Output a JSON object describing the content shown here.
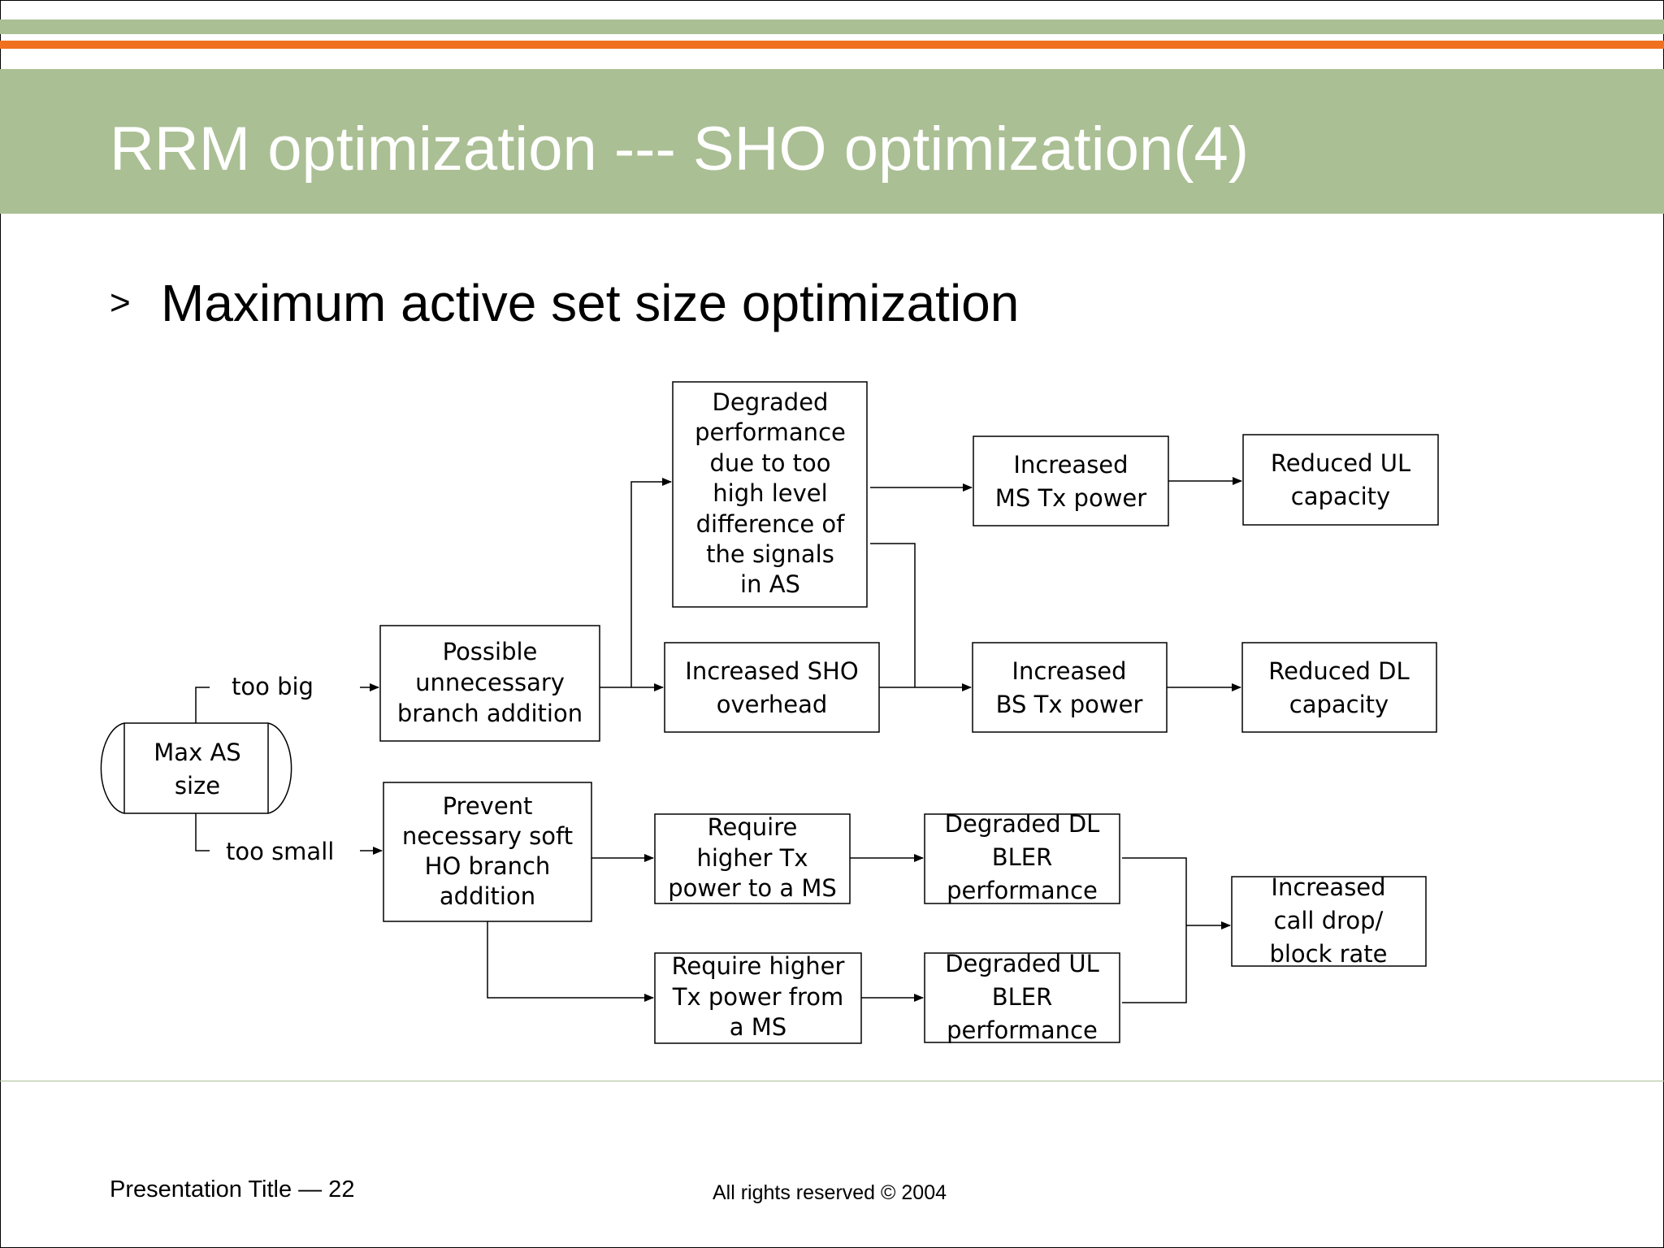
{
  "slide": {
    "title": "RRM optimization --- SHO optimization(4)",
    "bullet_mark": ">",
    "bullet": "Maximum active set size optimization",
    "footer_left": "Presentation Title — 22",
    "footer_center": "All rights reserved © 2004"
  },
  "colors": {
    "header_green": "#aabf94",
    "header_orange": "#f07020"
  },
  "diagram": {
    "start": [
      "Max AS",
      "size"
    ],
    "label_big": "too big",
    "label_small": "too small",
    "possible": [
      "Possible",
      "unnecessary",
      "branch addition"
    ],
    "degraded_perf": [
      "Degraded",
      "performance",
      "due to too",
      "high level",
      "difference of",
      "the signals",
      "in AS"
    ],
    "sho_overhead": [
      "Increased SHO",
      "overhead"
    ],
    "ms_power": [
      "Increased",
      "MS Tx power"
    ],
    "bs_power": [
      "Increased",
      "BS Tx power"
    ],
    "ul_capacity": [
      "Reduced UL",
      "capacity"
    ],
    "dl_capacity": [
      "Reduced DL",
      "capacity"
    ],
    "prevent": [
      "Prevent",
      "necessary soft",
      "HO branch",
      "addition"
    ],
    "req_to_ms": [
      "Require",
      "higher Tx",
      "power to a MS"
    ],
    "req_from_ms": [
      "Require higher",
      "Tx power from",
      "a MS"
    ],
    "dl_bler": [
      "Degraded DL",
      "BLER",
      "performance"
    ],
    "ul_bler": [
      "Degraded UL",
      "BLER",
      "performance"
    ],
    "call_drop": [
      "Increased",
      "call drop/",
      "block rate"
    ]
  }
}
